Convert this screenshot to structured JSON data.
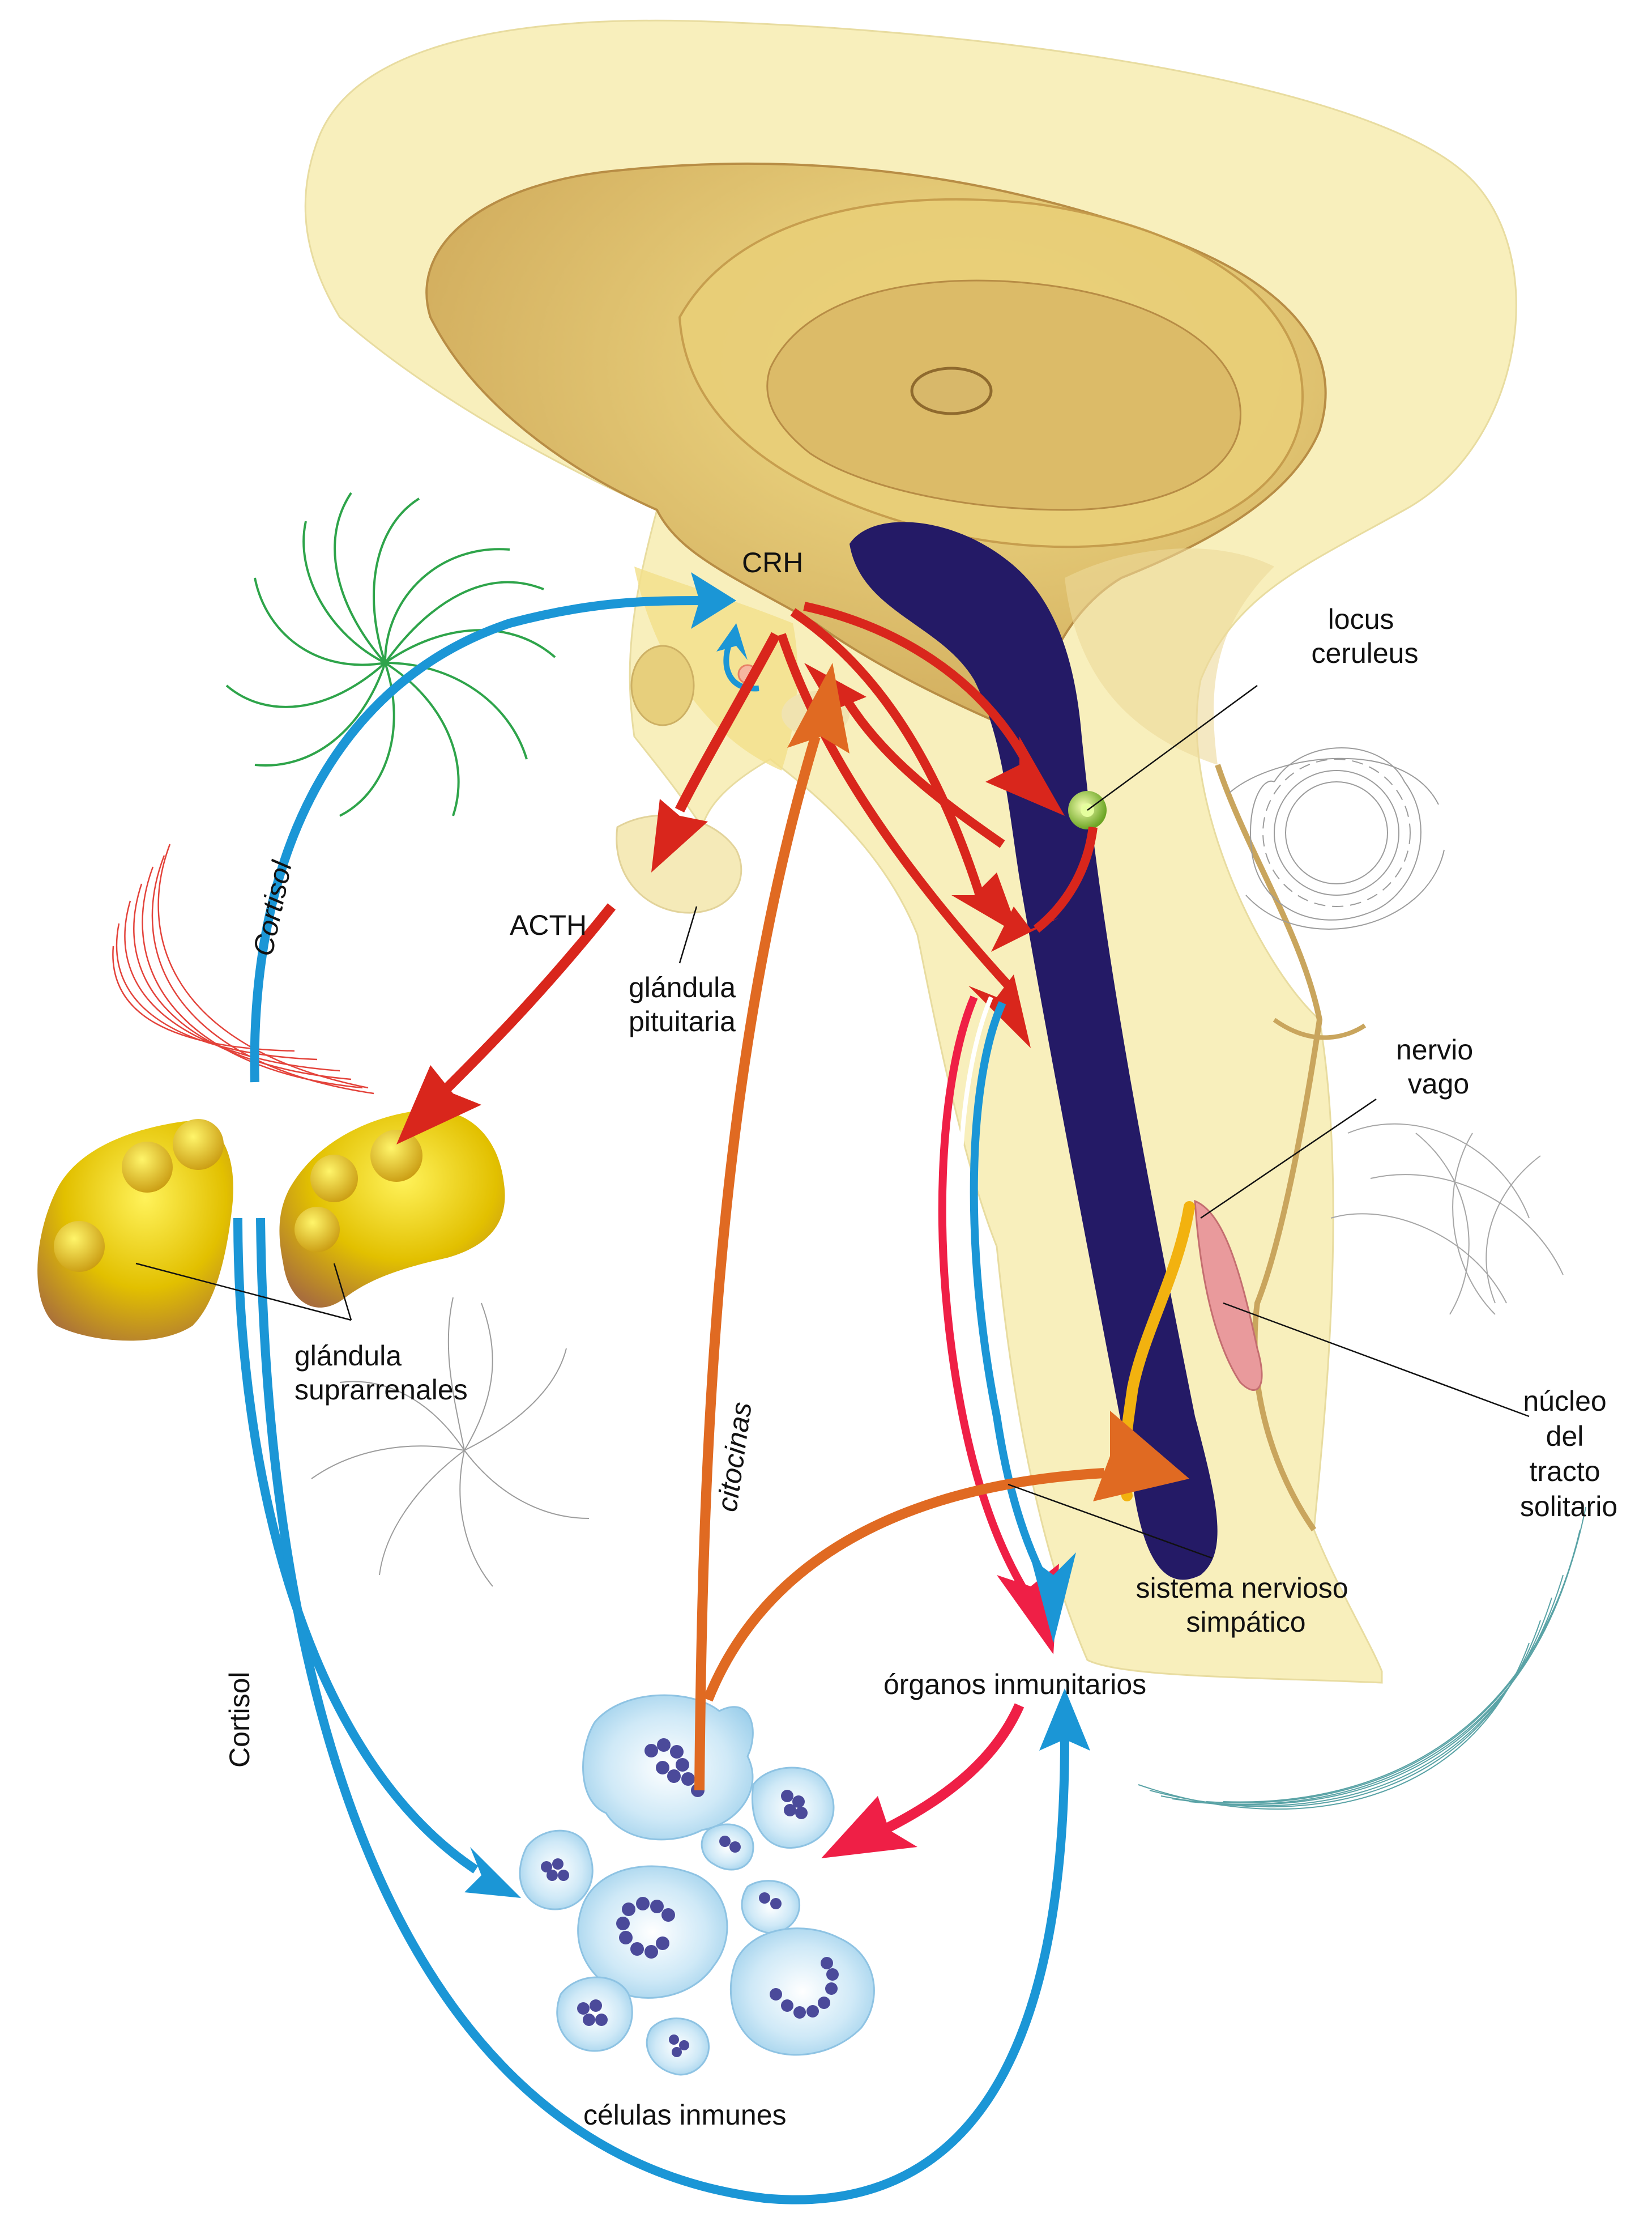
{
  "labels": {
    "crh": "CRH",
    "acth": "ACTH",
    "pituitary": [
      "glándula",
      "pituitaria"
    ],
    "adrenal": [
      "glándula",
      "suprarrenales"
    ],
    "locus": [
      "locus",
      "ceruleus"
    ],
    "vagus": [
      "nervio",
      "vago"
    ],
    "nucleus": [
      "núcleo",
      "del",
      "tracto",
      "solitario"
    ],
    "sympathetic": [
      "sistema nervioso",
      "simpático"
    ],
    "immune_organs": "órganos inmunitarios",
    "immune_cells": "células inmunes",
    "cortisol_top": "Cortisol",
    "cortisol_bottom": "Cortisol",
    "cytokines": "citocinas"
  },
  "colors": {
    "brain_light": "#f8efbc",
    "brain_mid": "#e8cf74",
    "brain_dark": "#c9a04a",
    "brainstem_dark": "#241a66",
    "arrow_red": "#d9261c",
    "arrow_pink_red": "#ef1f46",
    "arrow_orange": "#e06a22",
    "arrow_blue": "#1b96d6",
    "adrenal_yellow": "#e9c800",
    "immune_cell": "#bfe2f4",
    "granule": "#4b4a9a",
    "vagus_yellow": "#f2b20f",
    "nucleus_pink": "#e99a9c",
    "locus_green": "#9ccb3b"
  }
}
